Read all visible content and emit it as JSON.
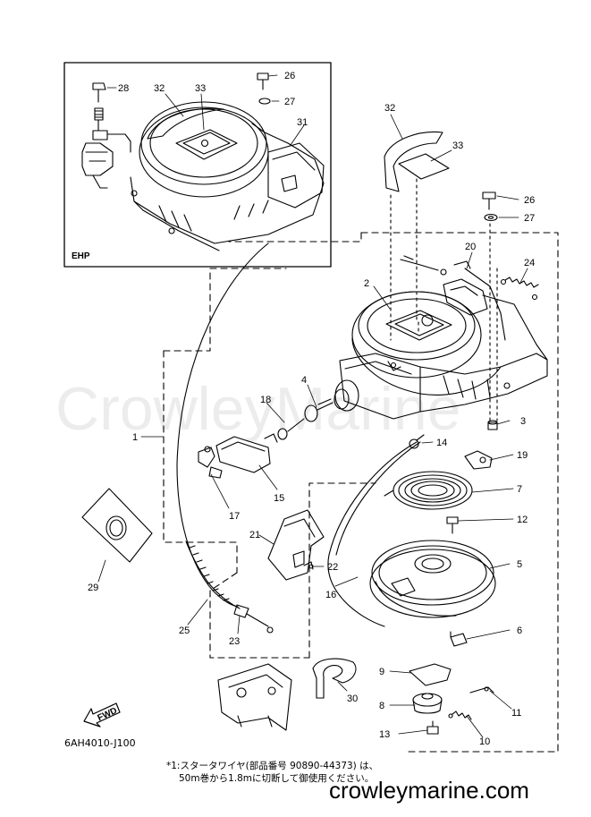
{
  "diagram": {
    "inset_label": "EHP",
    "drawing_code": "6AH4010-J100",
    "fwd_label": "FWD",
    "callouts": {
      "c1": "1",
      "c2": "2",
      "c3": "3",
      "c4": "4",
      "c5": "5",
      "c6": "6",
      "c7": "7",
      "c8": "8",
      "c9": "9",
      "c10": "10",
      "c11": "11",
      "c12": "12",
      "c13": "13",
      "c14": "14",
      "c15": "15",
      "c16": "16",
      "c17": "17",
      "c18": "18",
      "c19": "19",
      "c20": "20",
      "c21": "21",
      "c22": "22",
      "c23": "23",
      "c24": "24",
      "c25": "25",
      "c26a": "26",
      "c26b": "26",
      "c27a": "27",
      "c27b": "27",
      "c28": "28",
      "c29": "29",
      "c30": "30",
      "c31": "31",
      "c32a": "32",
      "c32b": "32",
      "c33a": "33",
      "c33b": "33"
    },
    "note_line1": "*1:スタータワイヤ(部品番号 90890-44373) は、",
    "note_line2": "50m巻から1.8mに切断して御使用ください。",
    "watermark_mid": "CrowleyMarine",
    "watermark_bottom": "crowleymarine.com"
  }
}
